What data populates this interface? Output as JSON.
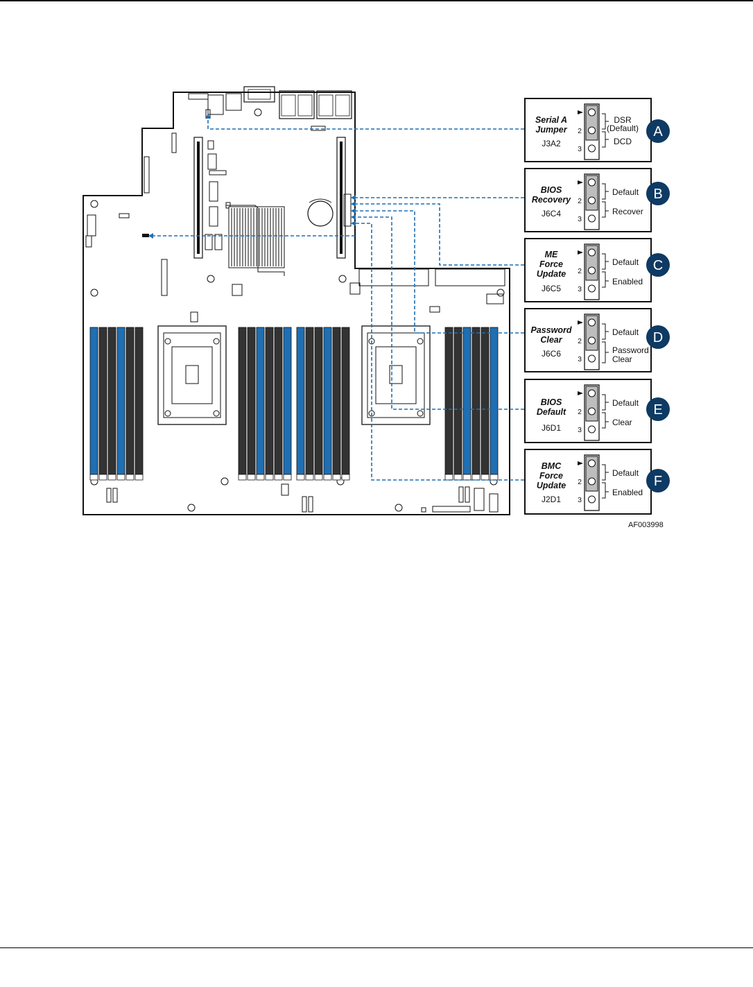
{
  "figure_id": "AF003998",
  "colors": {
    "leader": "#1f6fb2",
    "dimm_blue": "#1f6fb2",
    "dimm_dark": "#333333",
    "callout": "#0e3a63"
  },
  "pin_numbers": [
    "2",
    "3"
  ],
  "jumpers": [
    {
      "callout": "A",
      "title_lines": [
        "Serial A",
        "Jumper"
      ],
      "designator": "J3A2",
      "options": [
        "DSR",
        "(Default)",
        "DCD"
      ]
    },
    {
      "callout": "B",
      "title_lines": [
        "BIOS",
        "Recovery"
      ],
      "designator": "J6C4",
      "options": [
        "Default",
        "Recover"
      ]
    },
    {
      "callout": "C",
      "title_lines": [
        "ME",
        "Force",
        "Update"
      ],
      "designator": "J6C5",
      "options": [
        "Default",
        "Enabled"
      ]
    },
    {
      "callout": "D",
      "title_lines": [
        "Password",
        "Clear"
      ],
      "designator": "J6C6",
      "options": [
        "Default",
        "Password",
        "Clear"
      ]
    },
    {
      "callout": "E",
      "title_lines": [
        "BIOS",
        "Default"
      ],
      "designator": "J6D1",
      "options": [
        "Default",
        "Clear"
      ]
    },
    {
      "callout": "F",
      "title_lines": [
        "BMC",
        "Force",
        "Update"
      ],
      "designator": "J2D1",
      "options": [
        "Default",
        "Enabled"
      ]
    }
  ]
}
